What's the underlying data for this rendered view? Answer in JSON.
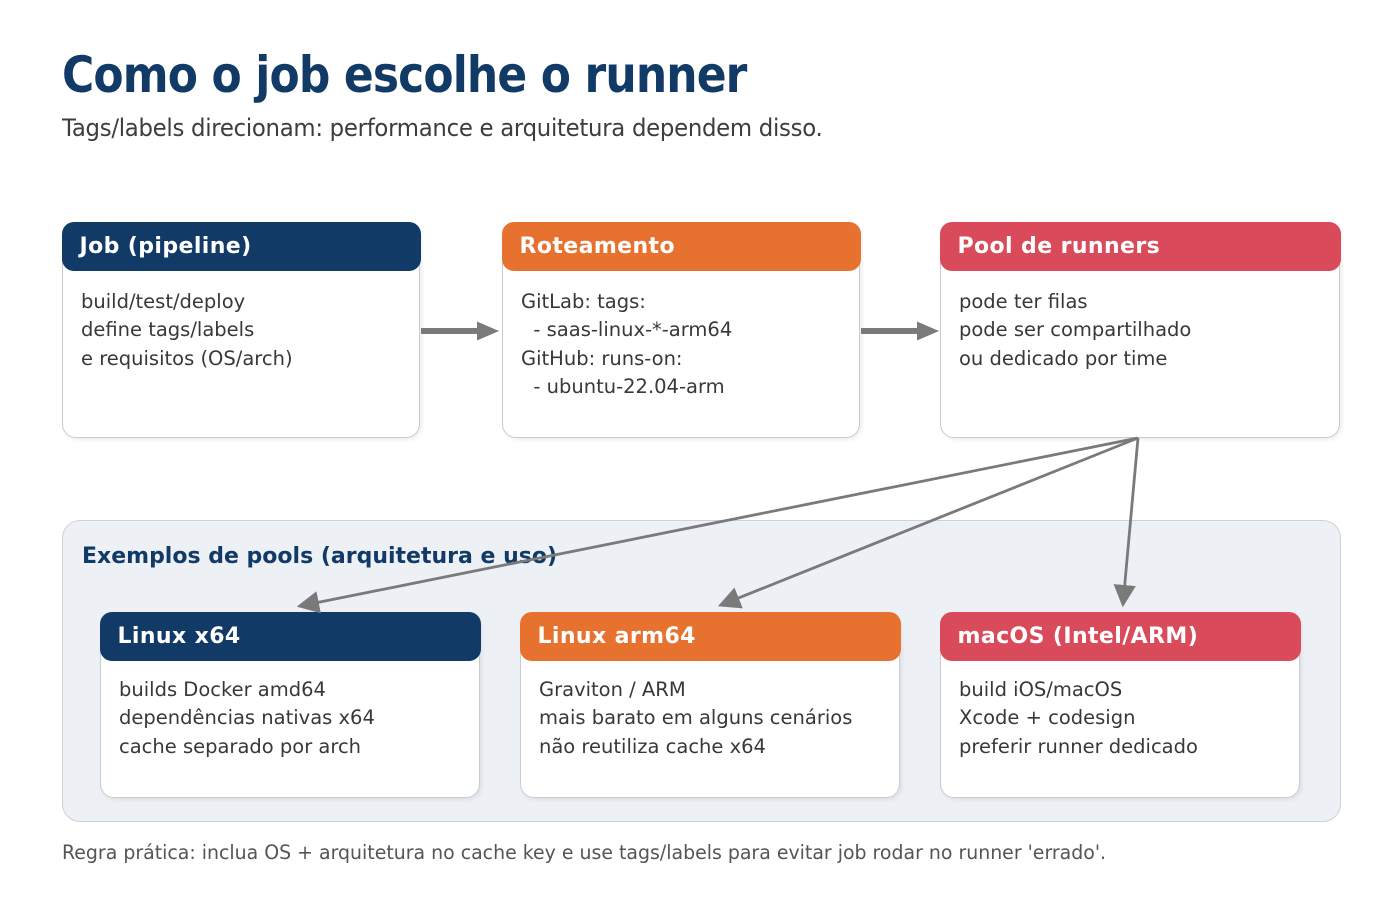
{
  "page": {
    "title": "Como o job escolhe o runner",
    "subtitle": "Tags/labels direcionam: performance e arquitetura dependem disso.",
    "footer": "Regra prática: inclua OS + arquitetura no cache key e use tags/labels para evitar job rodar no runner 'errado'."
  },
  "colors": {
    "navy": "#123a67",
    "orange": "#e7712e",
    "red": "#d94a5b",
    "panel_background": "#edf1f6",
    "card_border": "#c8ccd0",
    "arrow_gray": "#7a7a7a",
    "body_text": "#383838",
    "footer_text": "#555555"
  },
  "flow_boxes": [
    {
      "id": "job",
      "header": "Job (pipeline)",
      "header_color": "#123a67",
      "lines": [
        "build/test/deploy",
        "define tags/labels",
        "e requisitos (OS/arch)"
      ]
    },
    {
      "id": "routing",
      "header": "Roteamento",
      "header_color": "#e7712e",
      "lines": [
        "GitLab: tags:",
        "  - saas-linux-*-arm64",
        "GitHub: runs-on:",
        "  - ubuntu-22.04-arm"
      ]
    },
    {
      "id": "pool",
      "header": "Pool de runners",
      "header_color": "#d94a5b",
      "lines": [
        "pode ter filas",
        "pode ser compartilhado",
        "ou dedicado por time"
      ]
    }
  ],
  "examples_panel": {
    "title": "Exemplos de pools (arquitetura e uso)",
    "pools": [
      {
        "id": "linux-x64",
        "header": "Linux x64",
        "header_color": "#123a67",
        "lines": [
          "builds Docker amd64",
          "dependências nativas x64",
          "cache separado por arch"
        ]
      },
      {
        "id": "linux-arm64",
        "header": "Linux arm64",
        "header_color": "#e7712e",
        "lines": [
          "Graviton / ARM",
          "mais barato em alguns cenários",
          "não reutiliza cache x64"
        ]
      },
      {
        "id": "macos",
        "header": "macOS (Intel/ARM)",
        "header_color": "#d94a5b",
        "lines": [
          "build iOS/macOS",
          "Xcode + codesign",
          "preferir runner dedicado"
        ]
      }
    ]
  }
}
